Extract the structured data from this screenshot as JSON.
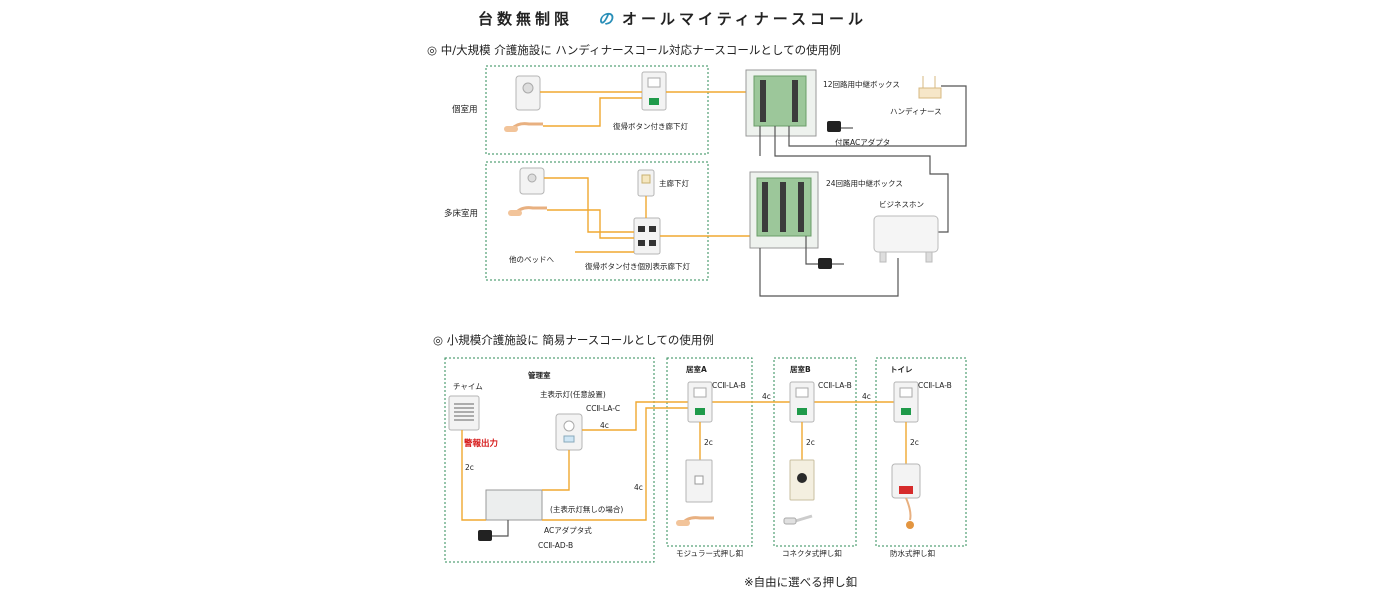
{
  "title": {
    "main": "台数無制限",
    "connector": "の",
    "tail": "オールマイティナースコール"
  },
  "section1": {
    "heading": "◎ 中/大規模 介護施設に ハンディナースコール対応ナースコールとしての使用例",
    "label_private": "個室用",
    "label_multi": "多床室用",
    "relay12": "12回路用中継ボックス",
    "relay24": "24回路用中継ボックス",
    "handy": "ハンディナース",
    "adapter": "付属ACアダプタ",
    "business_phone": "ビジネスホン",
    "corridor_lamp": "復帰ボタン付き廊下灯",
    "main_corridor": "主廊下灯",
    "multi_lamp": "復帰ボタン付き個別表示廊下灯",
    "other_beds": "他のベッドへ"
  },
  "section2": {
    "heading": "◎ 小規模介護施設に 簡易ナースコールとしての使用例",
    "admin_room": "管理室",
    "chime": "チャイム",
    "alarm_out": "警報出力",
    "main_lamp": "主表示灯(任意設置)",
    "main_lamp_model": "CCⅡ-LA-C",
    "no_main_lamp": "(主表示灯無しの場合)",
    "ac_adapter": "ACアダプタ式",
    "ac_model": "CCⅡ-AD-B",
    "room_a": "居室A",
    "room_b": "居室B",
    "toilet": "トイレ",
    "unit_model": "CCⅡ-LA-B",
    "wire_2c": "2c",
    "wire_4c": "4c",
    "modular_btn": "モジュラー式押し釦",
    "connector_btn": "コネクタ式押し釦",
    "waterproof_btn": "防水式押し釦",
    "note": "※自由に選べる押し釦"
  }
}
